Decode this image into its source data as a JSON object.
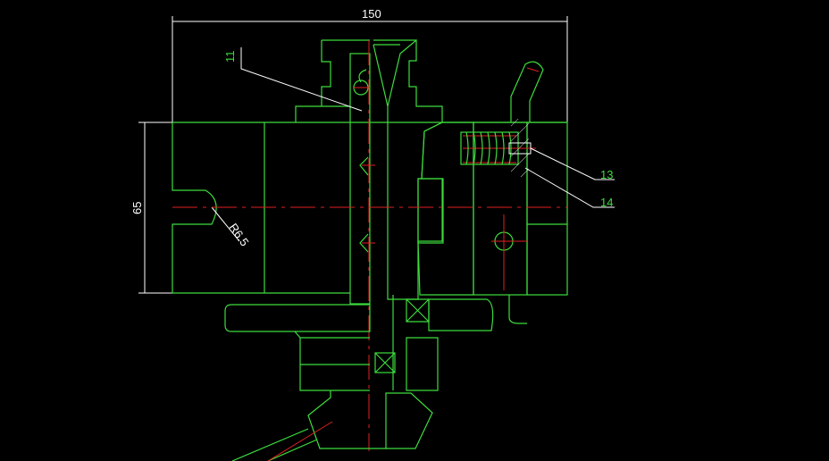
{
  "drawing": {
    "dimensions": {
      "width_label": "150",
      "height_label": "65",
      "radius_label": "R6.5"
    },
    "part_labels": [
      "11",
      "13",
      "14"
    ],
    "colors": {
      "background": "#000000",
      "outline": "#3ddc3d",
      "dimension": "#ffffff",
      "centerline": "#e02020"
    }
  }
}
